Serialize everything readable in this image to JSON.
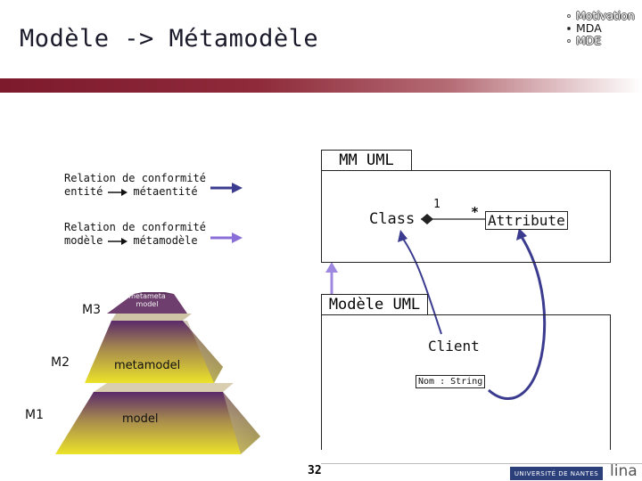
{
  "header": {
    "title": "Modèle -> Métamodèle",
    "nav": [
      {
        "label": "Motivation",
        "state": "dim"
      },
      {
        "label": "MDA",
        "state": "active"
      },
      {
        "label": "MDE",
        "state": "dim"
      }
    ]
  },
  "legend": {
    "item1_line1": "Relation de conformité",
    "item1_line2": "entité",
    "item1_line2b": "métaentité",
    "item2_line1": "Relation de conformité",
    "item2_line2": "modèle",
    "item2_line2b": "métamodèle",
    "item1_color": "#3b3b8f",
    "item2_color": "#8b6fd8"
  },
  "pyramid": {
    "levels": [
      {
        "tag": "M3",
        "label": "metameta model",
        "color": "#7a3e7a"
      },
      {
        "tag": "M2",
        "label": "metamodel",
        "color": "#b08e4a"
      },
      {
        "tag": "M1",
        "label": "model",
        "color": "#e0d72a"
      }
    ]
  },
  "mm_uml": {
    "name": "MM UML",
    "class_a": "Class",
    "class_b": "Attribute",
    "mult_a": "1",
    "mult_b": "*"
  },
  "modele_uml": {
    "name": "Modèle UML",
    "object": "Client",
    "attribute": "Nom : String"
  },
  "footer": {
    "page": "32",
    "university": "UNIVERSITÉ DE NANTES",
    "logo": "lina"
  }
}
